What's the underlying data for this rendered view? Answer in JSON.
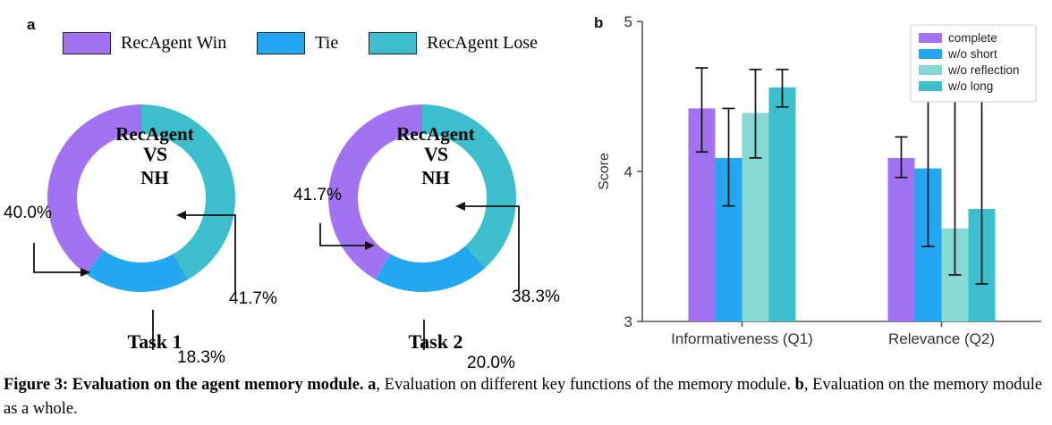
{
  "figure": {
    "panel_a_label": "a",
    "panel_b_label": "b",
    "caption_bold": "Figure 3: Evaluation on the agent memory module.",
    "caption_a_marker": "a",
    "caption_part_a": ", Evaluation on different key functions of the memory module. ",
    "caption_b_marker": "b",
    "caption_part_b": ", Evaluation on the memory module as a whole."
  },
  "colors": {
    "purple": "#a273f0",
    "blue": "#22a7f0",
    "light_teal": "#85d9d2",
    "teal": "#3dbecd",
    "axis": "#555555",
    "error_bar": "#000000"
  },
  "donut_legend": [
    {
      "label": "RecAgent Win",
      "color": "#a273f0"
    },
    {
      "label": "Tie",
      "color": "#22a7f0"
    },
    {
      "label": "RecAgent Lose",
      "color": "#3dbecd"
    }
  ],
  "chart_data": [
    {
      "type": "pie",
      "title": "Task 1",
      "center_lines": [
        "RecAgent",
        "VS",
        "NH"
      ],
      "categories": [
        "RecAgent Win",
        "Tie",
        "RecAgent Lose"
      ],
      "values": [
        40.0,
        18.3,
        41.7
      ],
      "value_labels": [
        "40.0%",
        "18.3%",
        "41.7%"
      ],
      "colors": [
        "#a273f0",
        "#22a7f0",
        "#3dbecd"
      ],
      "donut": true,
      "start_angle_deg": 0,
      "direction": "counterclockwise",
      "legend_position": "top"
    },
    {
      "type": "pie",
      "title": "Task 2",
      "center_lines": [
        "RecAgent",
        "VS",
        "NH"
      ],
      "categories": [
        "RecAgent Win",
        "Tie",
        "RecAgent Lose"
      ],
      "values": [
        41.7,
        20.0,
        38.3
      ],
      "value_labels": [
        "41.7%",
        "20.0%",
        "38.3%"
      ],
      "colors": [
        "#a273f0",
        "#22a7f0",
        "#3dbecd"
      ],
      "donut": true,
      "start_angle_deg": 0,
      "direction": "counterclockwise",
      "legend_position": "top"
    },
    {
      "type": "bar",
      "title": "",
      "xlabel": "",
      "ylabel": "Score",
      "categories": [
        "Informativeness (Q1)",
        "Relevance (Q2)"
      ],
      "ylim": [
        3,
        5
      ],
      "yticks": [
        3,
        4,
        5
      ],
      "ytick_labels": [
        "3",
        "4",
        "5"
      ],
      "grid": false,
      "legend_position": "upper right",
      "series": [
        {
          "name": "complete",
          "color": "#a273f0",
          "values": [
            4.42,
            4.09
          ],
          "err_low": [
            4.13,
            3.96
          ],
          "err_high": [
            4.69,
            4.23
          ]
        },
        {
          "name": "w/o short",
          "color": "#22a7f0",
          "values": [
            4.09,
            4.02
          ],
          "err_low": [
            3.77,
            3.5
          ],
          "err_high": [
            4.42,
            4.66
          ]
        },
        {
          "name": "w/o reflection",
          "color": "#85d9d2",
          "values": [
            4.39,
            3.62
          ],
          "err_low": [
            4.09,
            3.31
          ],
          "err_high": [
            4.68,
            4.47
          ]
        },
        {
          "name": "w/o long",
          "color": "#3dbecd",
          "values": [
            4.56,
            3.75
          ],
          "err_low": [
            4.43,
            3.25
          ],
          "err_high": [
            4.68,
            4.52
          ]
        }
      ]
    }
  ]
}
